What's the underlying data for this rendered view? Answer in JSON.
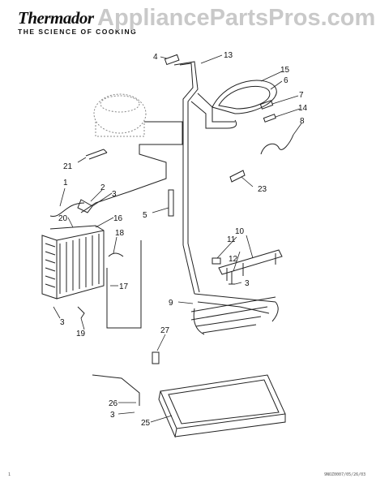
{
  "header": {
    "brand": "Thermador",
    "tagline": "THE SCIENCE OF COOKING",
    "watermark": "AppliancePartsPros.com"
  },
  "footer": {
    "mark": "1",
    "code": "9NOZ0007/05/26/03"
  },
  "callouts": {
    "c1": "1",
    "c2": "2",
    "c3a": "3",
    "c3b": "3",
    "c3c": "3",
    "c3d": "3",
    "c4": "4",
    "c5": "5",
    "c6": "6",
    "c7": "7",
    "c8": "8",
    "c9": "9",
    "c10": "10",
    "c11": "11",
    "c12": "12",
    "c13": "13",
    "c14": "14",
    "c15": "15",
    "c16": "16",
    "c17": "17",
    "c18": "18",
    "c19": "19",
    "c20": "20",
    "c21": "21",
    "c23": "23",
    "c25": "25",
    "c26": "26",
    "c27": "27"
  }
}
